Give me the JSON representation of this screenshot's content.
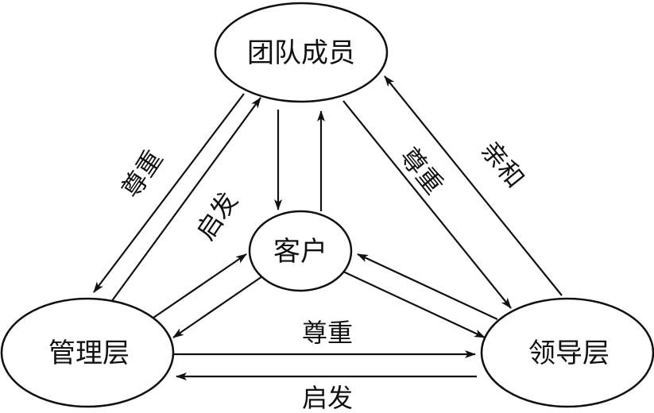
{
  "nodes": {
    "team": "团队成员",
    "customer": "客户",
    "management": "管理层",
    "leadership": "领导层"
  },
  "edges": {
    "team_to_management": "尊重",
    "management_to_team": "启发",
    "team_to_leadership": "尊重",
    "leadership_to_team": "亲和",
    "management_to_leadership": "尊重",
    "leadership_to_management": "启发"
  },
  "colors": {
    "stroke": "#111111",
    "background": "#ffffff"
  }
}
